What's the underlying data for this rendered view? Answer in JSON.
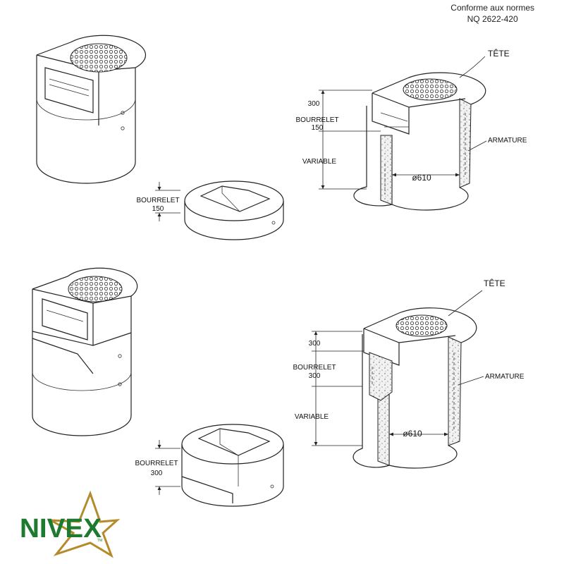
{
  "header": {
    "norm_line1": "Conforme aux normes",
    "norm_line2": "NQ 2622-420"
  },
  "section_top": {
    "label_head": "TÊTE",
    "dim_head": "300",
    "label_rim": "BOURRELET",
    "dim_rim": "150",
    "label_variable": "VARIABLE",
    "label_rebar": "ARMATURE",
    "diameter": "ø610",
    "ring_label": "BOURRELET",
    "ring_dim": "150"
  },
  "section_bottom": {
    "label_head": "TÊTE",
    "dim_head": "300",
    "label_rim": "BOURRELET",
    "dim_rim": "300",
    "label_variable": "VARIABLE",
    "label_rebar": "ARMATURE",
    "diameter": "ø610",
    "ring_label": "BOURRELET",
    "ring_dim": "300"
  },
  "logo": {
    "text": "NIVEX",
    "mark": "TM",
    "colors": {
      "green": "#1e7a2e",
      "gold": "#b58a2a"
    }
  }
}
